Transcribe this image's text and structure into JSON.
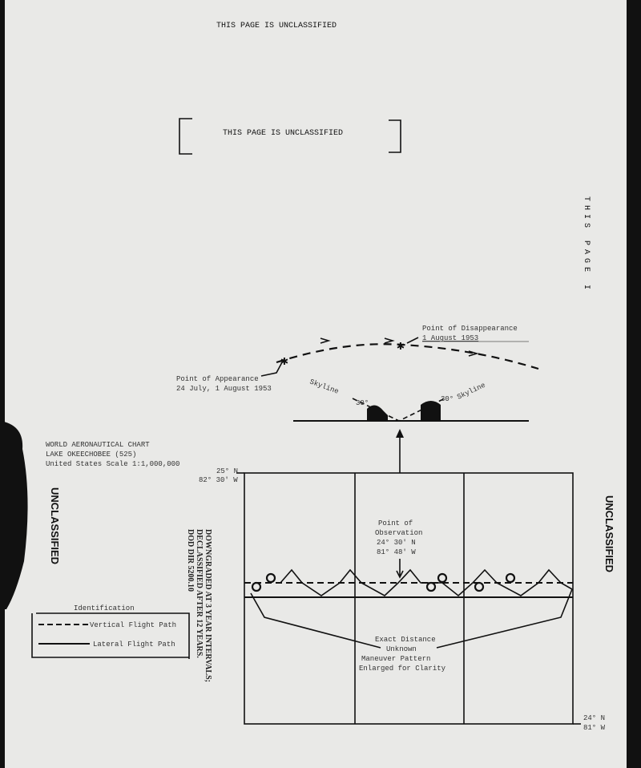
{
  "header": {
    "top_banner": "THIS PAGE IS UNCLASSIFIED",
    "boxed_banner": "THIS PAGE IS UNCLASSIFIED",
    "vertical_banner": "THIS PAGE I"
  },
  "side_marks": {
    "left": "UNCLASSIFIED",
    "right": "UNCLASSIFIED"
  },
  "sighting": {
    "appearance_label": "Point of Appearance",
    "appearance_date": "24 July, 1 August 1953",
    "disappearance_label": "Point of Disappearance",
    "disappearance_date": "1 August 1953",
    "skyline_left": "Skyline",
    "skyline_right": "Skyline",
    "angle_left": "30°",
    "angle_right": "30°"
  },
  "chart_info": {
    "line1": "WORLD AERONAUTICAL CHART",
    "line2": "LAKE OKEECHOBEE (525)",
    "line3": "United States Scale 1:1,000,000"
  },
  "coords": {
    "nw_lat": "25° N",
    "nw_lon": "82° 30' W",
    "se_lat": "24° N",
    "se_lon": "81° W"
  },
  "observation": {
    "line1": "Point of",
    "line2": "Observation",
    "line3": "24° 30' N",
    "line4": "81° 48' W"
  },
  "annotation": {
    "line1": "Exact Distance",
    "line2": "Unknown",
    "line3": "Maneuver Pattern",
    "line4": "Enlarged for Clarity"
  },
  "legend": {
    "title": "Identification",
    "vertical": "Vertical Flight Path",
    "lateral": "Lateral Flight Path"
  },
  "stamp": {
    "line1": "DOWNGRADED AT 3 YEAR INTERVALS;",
    "line2": "DECLASSIFIED AFTER 12 YEARS.",
    "line3": "DOD DIR 5200.10"
  }
}
